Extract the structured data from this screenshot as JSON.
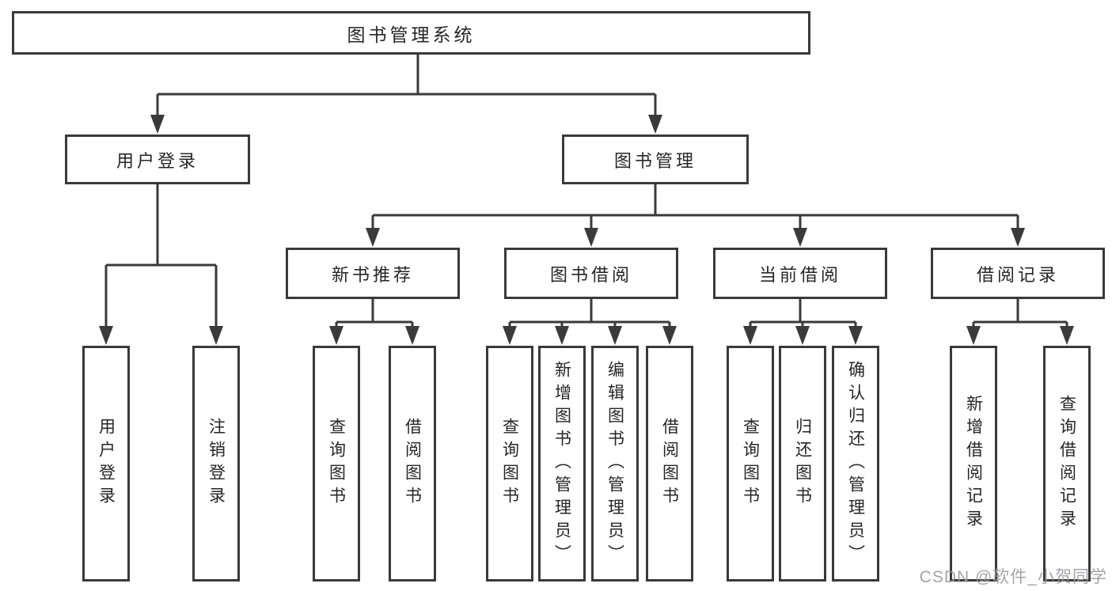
{
  "diagram": {
    "type": "function-structure-tree",
    "colors": {
      "line": "#3a3a3a",
      "border": "#3a3a3a",
      "text": "#262626",
      "background": "#ffffff",
      "watermark": "#9a9aa0"
    }
  },
  "tree": {
    "label": "图书管理系统",
    "children": [
      {
        "label": "用户登录",
        "children": [
          {
            "label": "用户登录"
          },
          {
            "label": "注销登录"
          }
        ]
      },
      {
        "label": "图书管理",
        "children": [
          {
            "label": "新书推荐",
            "children": [
              {
                "label": "查询图书"
              },
              {
                "label": "借阅图书"
              }
            ]
          },
          {
            "label": "图书借阅",
            "children": [
              {
                "label": "查询图书"
              },
              {
                "label": "新增图书（管理员）"
              },
              {
                "label": "编辑图书（管理员）"
              },
              {
                "label": "借阅图书"
              }
            ]
          },
          {
            "label": "当前借阅",
            "children": [
              {
                "label": "查询图书"
              },
              {
                "label": "归还图书"
              },
              {
                "label": "确认归还（管理员）"
              }
            ]
          },
          {
            "label": "借阅记录",
            "children": [
              {
                "label": "新增借阅记录"
              },
              {
                "label": "查询借阅记录"
              }
            ]
          }
        ]
      }
    ]
  },
  "watermark": {
    "text": "CSDN @软件_小贺同学"
  }
}
